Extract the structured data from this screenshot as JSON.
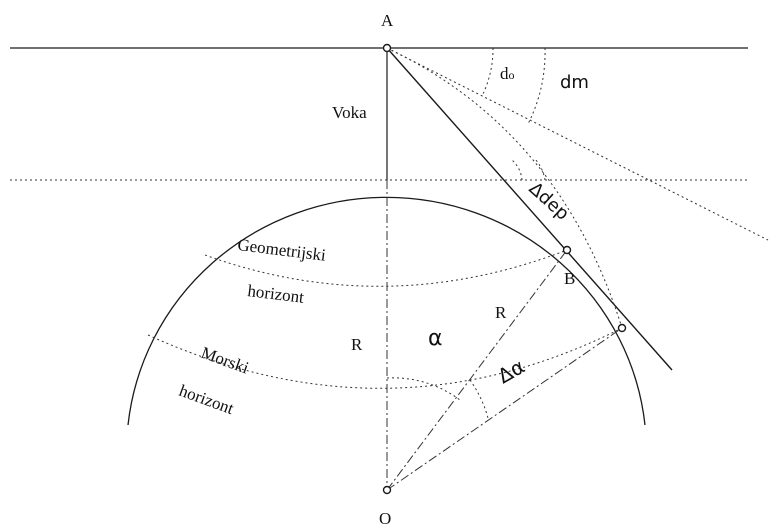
{
  "diagram": {
    "points": {
      "a": "A",
      "b": "B",
      "o": "O"
    },
    "labels": {
      "voka": "Voka",
      "d_o": "d",
      "d_o_sub": "o",
      "d_m": "dm",
      "delta_dep": "Δdep",
      "r_left": "R",
      "r_right": "R",
      "alpha": "α",
      "delta_alpha": "Δα",
      "geometric_horizon_line1": "Geometrijski",
      "geometric_horizon_line2": "horizont",
      "sea_horizon_line1": "Morski",
      "sea_horizon_line2": "horizont"
    }
  }
}
